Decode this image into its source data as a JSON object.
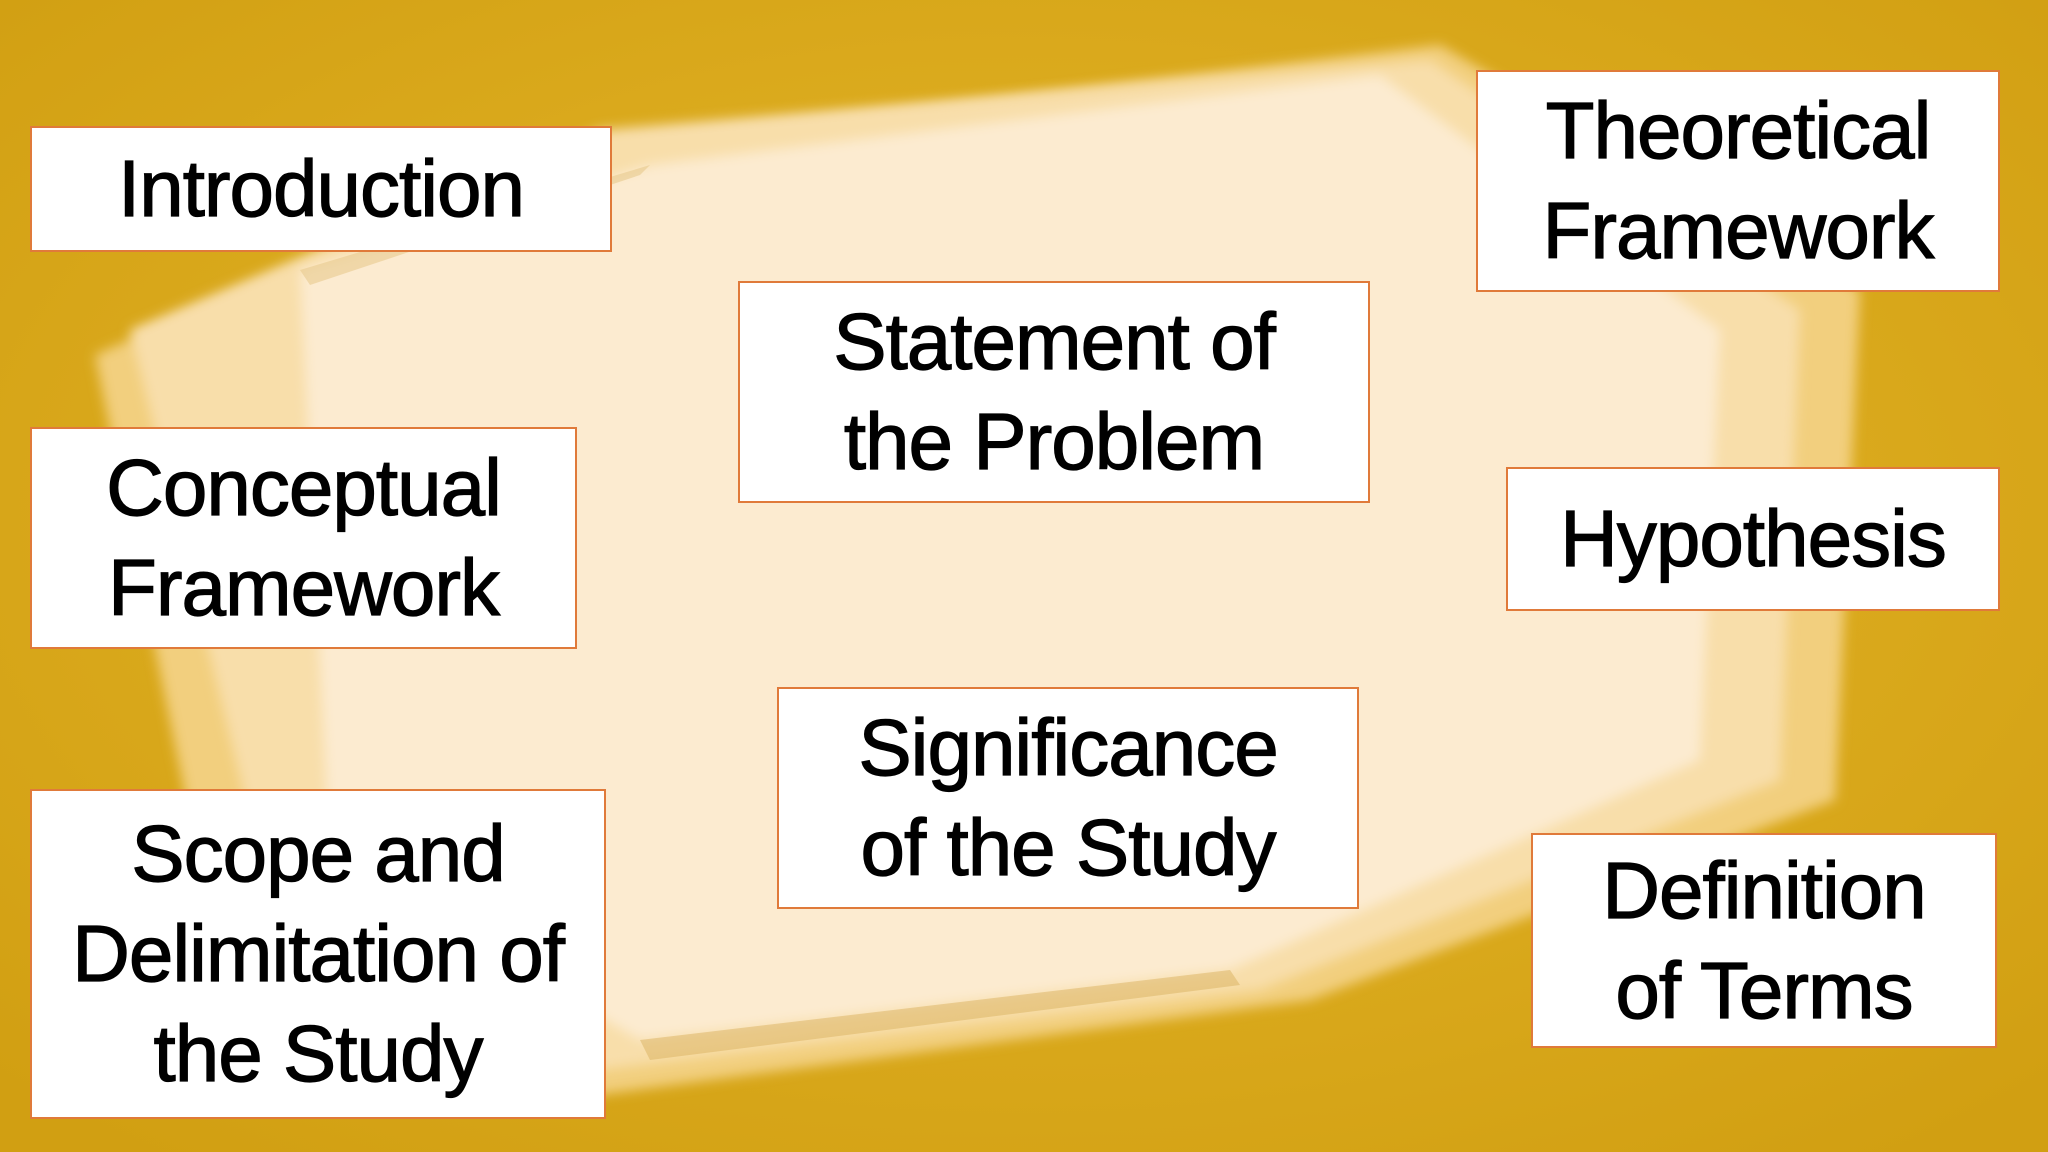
{
  "background": {
    "backdrop_color": "#dcaa1a",
    "paper_color": "#fbe8c8",
    "image": "stack-of-papers"
  },
  "card_style": {
    "fill": "#ffffff",
    "border": "#e07a3a",
    "text": "#000000"
  },
  "cards": {
    "introduction": "Introduction",
    "statement_of_problem": "Statement of\nthe Problem",
    "theoretical_framework": "Theoretical\nFramework",
    "conceptual_framework": "Conceptual\nFramework",
    "hypothesis": "Hypothesis",
    "significance_of_study": "Significance\nof the Study",
    "scope_and_delimitation": "Scope and\nDelimitation of\nthe Study",
    "definition_of_terms": "Definition\nof Terms"
  }
}
